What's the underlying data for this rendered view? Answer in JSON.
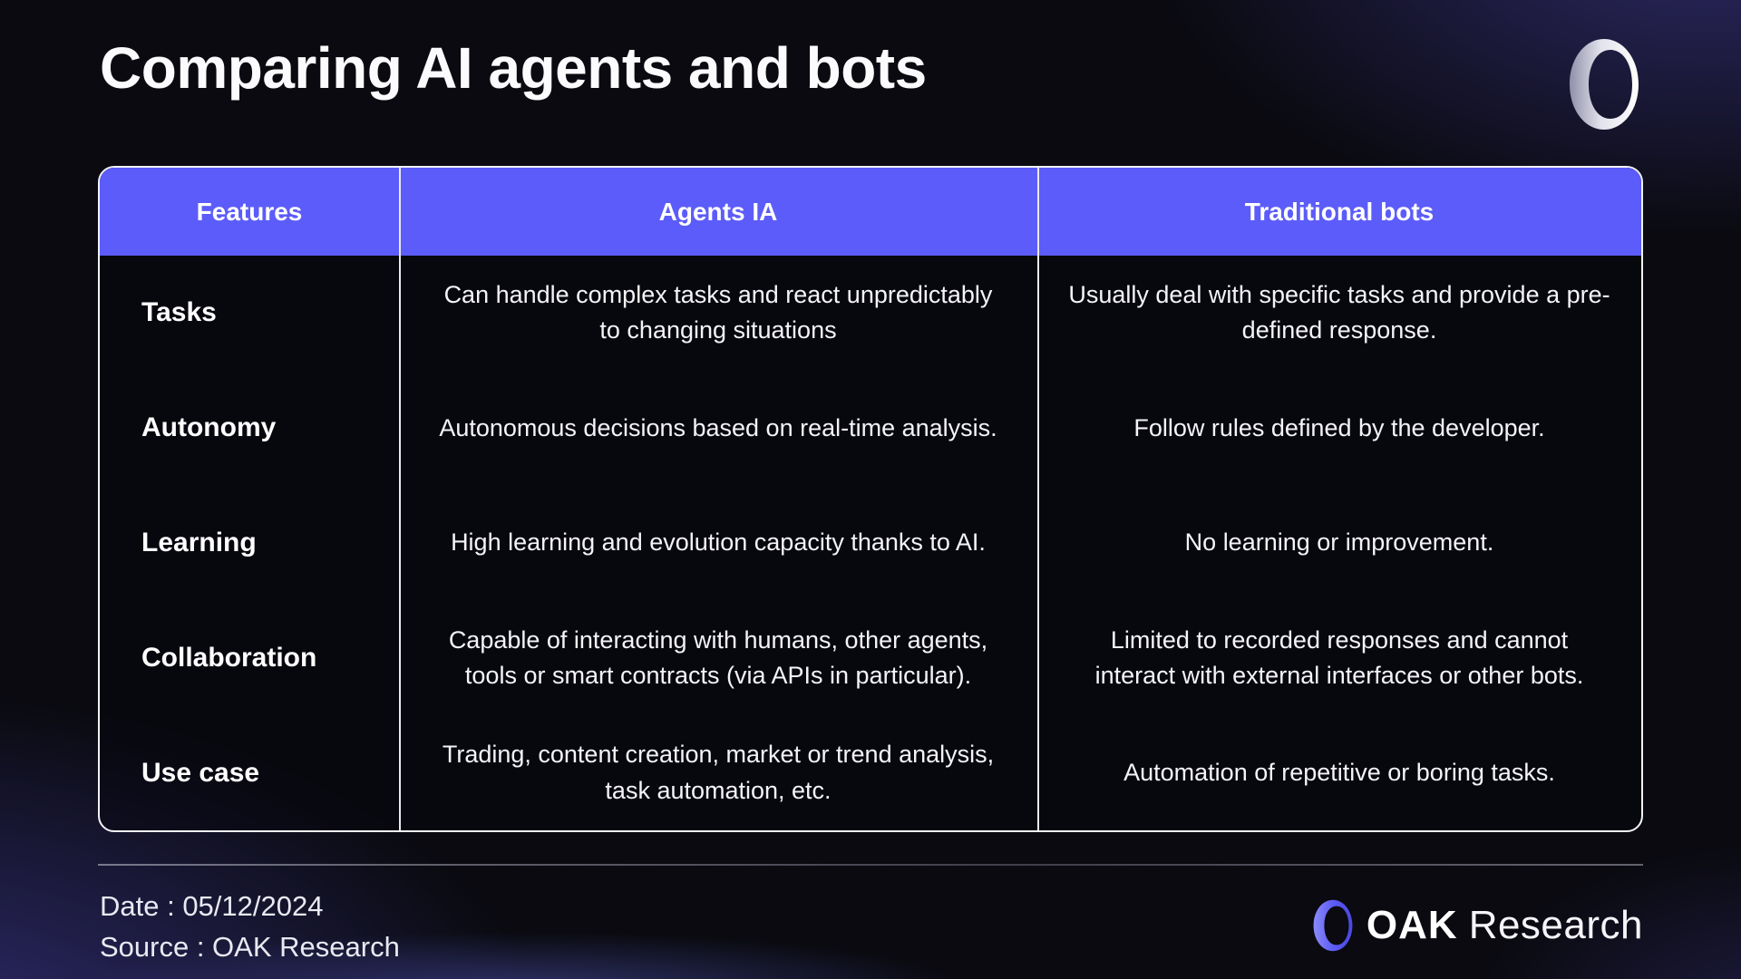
{
  "page": {
    "title": "Comparing AI agents and bots"
  },
  "table": {
    "headers": [
      "Features",
      "Agents IA",
      "Traditional bots"
    ],
    "rows": [
      {
        "feature": "Tasks",
        "agents": "Can handle complex tasks and react unpredictably to changing situations",
        "bots": "Usually deal with specific tasks and provide a pre-defined response."
      },
      {
        "feature": "Autonomy",
        "agents": "Autonomous decisions based on real-time analysis.",
        "bots": "Follow rules defined by the developer."
      },
      {
        "feature": "Learning",
        "agents": "High learning and evolution capacity thanks to AI.",
        "bots": "No learning or improvement."
      },
      {
        "feature": "Collaboration",
        "agents": "Capable of interacting with humans, other agents, tools or smart contracts (via APIs in particular).",
        "bots": "Limited to recorded responses and cannot interact with external interfaces or other bots."
      },
      {
        "feature": "Use case",
        "agents": "Trading, content creation, market or trend analysis, task automation, etc.",
        "bots": "Automation of repetitive or boring tasks."
      }
    ]
  },
  "footer": {
    "date": "Date : 05/12/2024",
    "source": "Source : OAK Research"
  },
  "brand": {
    "name_bold": "OAK",
    "name_light": "Research"
  },
  "icons": {
    "top_logo": "silver-ring-logo",
    "bottom_logo": "purple-ring-logo"
  },
  "colors": {
    "header_bg": "#5C5CFA",
    "brand_purple": "#5D5CF5",
    "background_base": "#0A0A10",
    "background_glow": "#34307A",
    "table_border": "#F2F2F7",
    "body_text": "#F3F3F8"
  }
}
